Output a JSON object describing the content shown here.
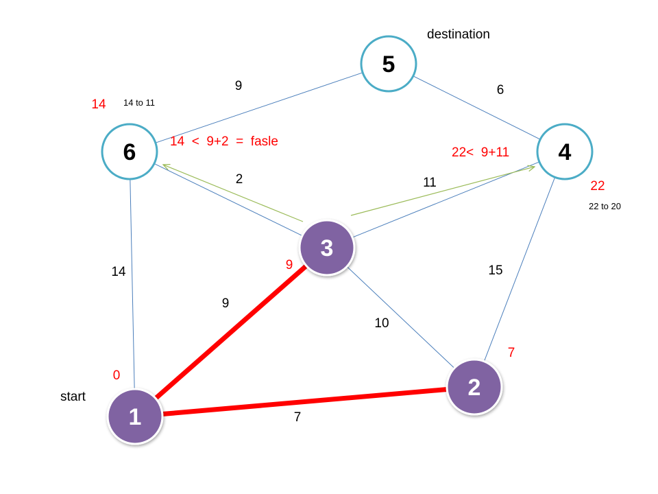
{
  "colors": {
    "edge": "#4a7ebb",
    "highlight": "#ff0000",
    "arrow": "#9bbb59",
    "visited_fill": "#8064a2",
    "unvisited_stroke": "#4bacc6",
    "annotation": "#ff0000",
    "text": "#000000"
  },
  "nodes": [
    {
      "id": "1",
      "label": "1",
      "state": "visited"
    },
    {
      "id": "2",
      "label": "2",
      "state": "visited"
    },
    {
      "id": "3",
      "label": "3",
      "state": "visited"
    },
    {
      "id": "4",
      "label": "4",
      "state": "unvisited"
    },
    {
      "id": "5",
      "label": "5",
      "state": "unvisited"
    },
    {
      "id": "6",
      "label": "6",
      "state": "unvisited"
    }
  ],
  "edges": [
    {
      "from": "1",
      "to": "2",
      "weight": "7",
      "highlighted": true
    },
    {
      "from": "1",
      "to": "3",
      "weight": "9",
      "highlighted": true
    },
    {
      "from": "1",
      "to": "6",
      "weight": "14",
      "highlighted": false
    },
    {
      "from": "2",
      "to": "3",
      "weight": "10",
      "highlighted": false
    },
    {
      "from": "2",
      "to": "4",
      "weight": "15",
      "highlighted": false
    },
    {
      "from": "3",
      "to": "4",
      "weight": "11",
      "highlighted": false
    },
    {
      "from": "3",
      "to": "6",
      "weight": "2",
      "highlighted": false
    },
    {
      "from": "4",
      "to": "5",
      "weight": "6",
      "highlighted": false
    },
    {
      "from": "5",
      "to": "6",
      "weight": "9",
      "highlighted": false
    }
  ],
  "distances": {
    "n1": "0",
    "n2": "7",
    "n3": "9",
    "n4": "22",
    "n6": "14"
  },
  "updates": {
    "n6": "14 to 11",
    "n4": "22 to 20"
  },
  "annotations": {
    "check_6": "14  <  9+2  =  fasle",
    "check_4": "22<  9+11"
  },
  "labels": {
    "start": "start",
    "destination": "destination"
  }
}
